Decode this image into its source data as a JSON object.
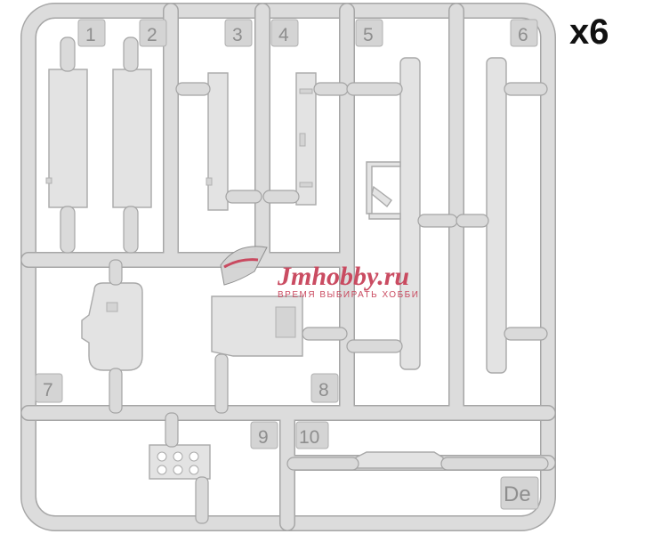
{
  "multiplier": "x6",
  "part_numbers": [
    "1",
    "2",
    "3",
    "4",
    "5",
    "6",
    "7",
    "8",
    "9",
    "10"
  ],
  "sprue_code": "De",
  "watermark": {
    "brand": "Jmhobby.ru",
    "tagline": "ВРЕМЯ ВЫБИРАТЬ ХОББИ"
  },
  "colors": {
    "plastic": "#dcdcdc",
    "edge": "#a9a9a9",
    "watermark": "#c8435a"
  }
}
